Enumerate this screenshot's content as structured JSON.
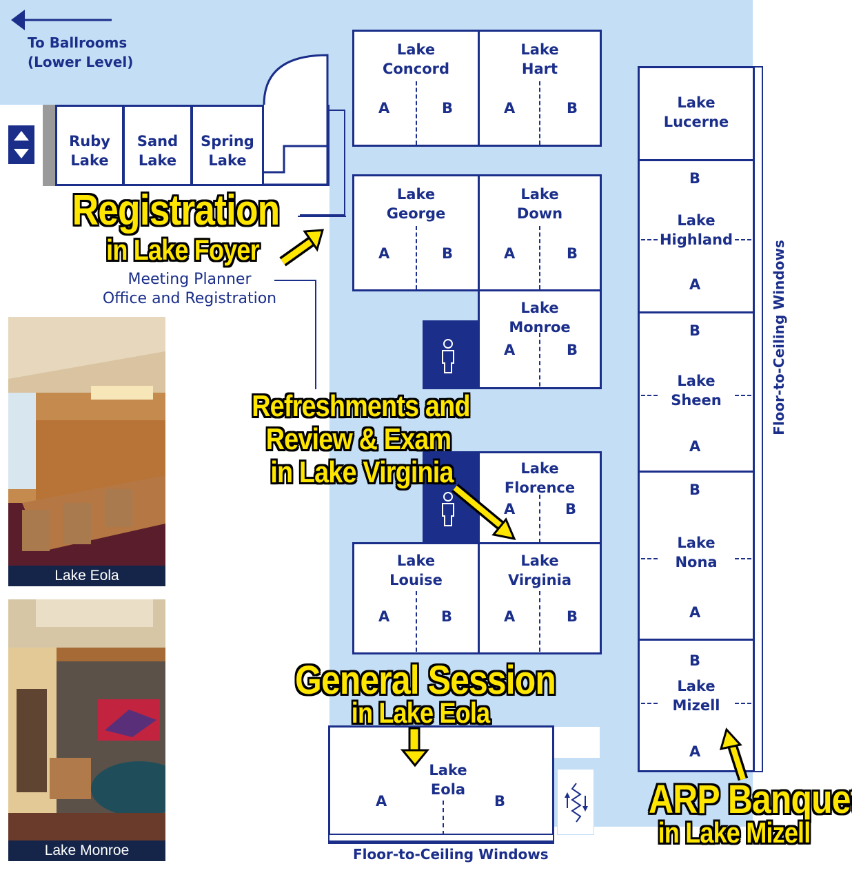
{
  "nav": {
    "to_ballrooms": "To Ballrooms\n(Lower Level)"
  },
  "rooms": {
    "ruby": "Ruby\nLake",
    "sand": "Sand\nLake",
    "spring": "Spring\nLake",
    "concord": "Lake\nConcord",
    "hart": "Lake\nHart",
    "george": "Lake\nGeorge",
    "down": "Lake\nDown",
    "monroe": "Lake\nMonroe",
    "florence": "Lake\nFlorence",
    "louise": "Lake\nLouise",
    "virginia": "Lake\nVirginia",
    "eola": "Lake\nEola",
    "lucerne": "Lake\nLucerne",
    "highland": "Lake\nHighland",
    "sheen": "Lake\nSheen",
    "nona": "Lake\nNona",
    "mizell": "Lake\nMizell"
  },
  "sections": {
    "a": "A",
    "b": "B"
  },
  "labels": {
    "meeting_planner": "Meeting Planner\nOffice and Registration",
    "windows_right": "Floor-to-Ceiling Windows",
    "windows_bottom": "Floor-to-Ceiling Windows"
  },
  "callouts": {
    "registration_title": "Registration",
    "registration_sub": "in Lake Foyer",
    "refresh_line1": "Refreshments and",
    "refresh_line2": "Review & Exam",
    "refresh_line3": "in Lake Virginia",
    "general_title": "General Session",
    "general_sub": "in Lake Eola",
    "arp_title": "ARP Banquet",
    "arp_sub": "in Lake Mizell"
  },
  "photos": {
    "eola_caption": "Lake Eola",
    "monroe_caption": "Lake Monroe"
  },
  "colors": {
    "navy": "#1a2e8a",
    "light_blue": "#c4def6",
    "callout_yellow": "#ffe600"
  },
  "icons": [
    "left-arrow-icon",
    "elevator-icon",
    "restroom-icon",
    "stairs-icon"
  ]
}
